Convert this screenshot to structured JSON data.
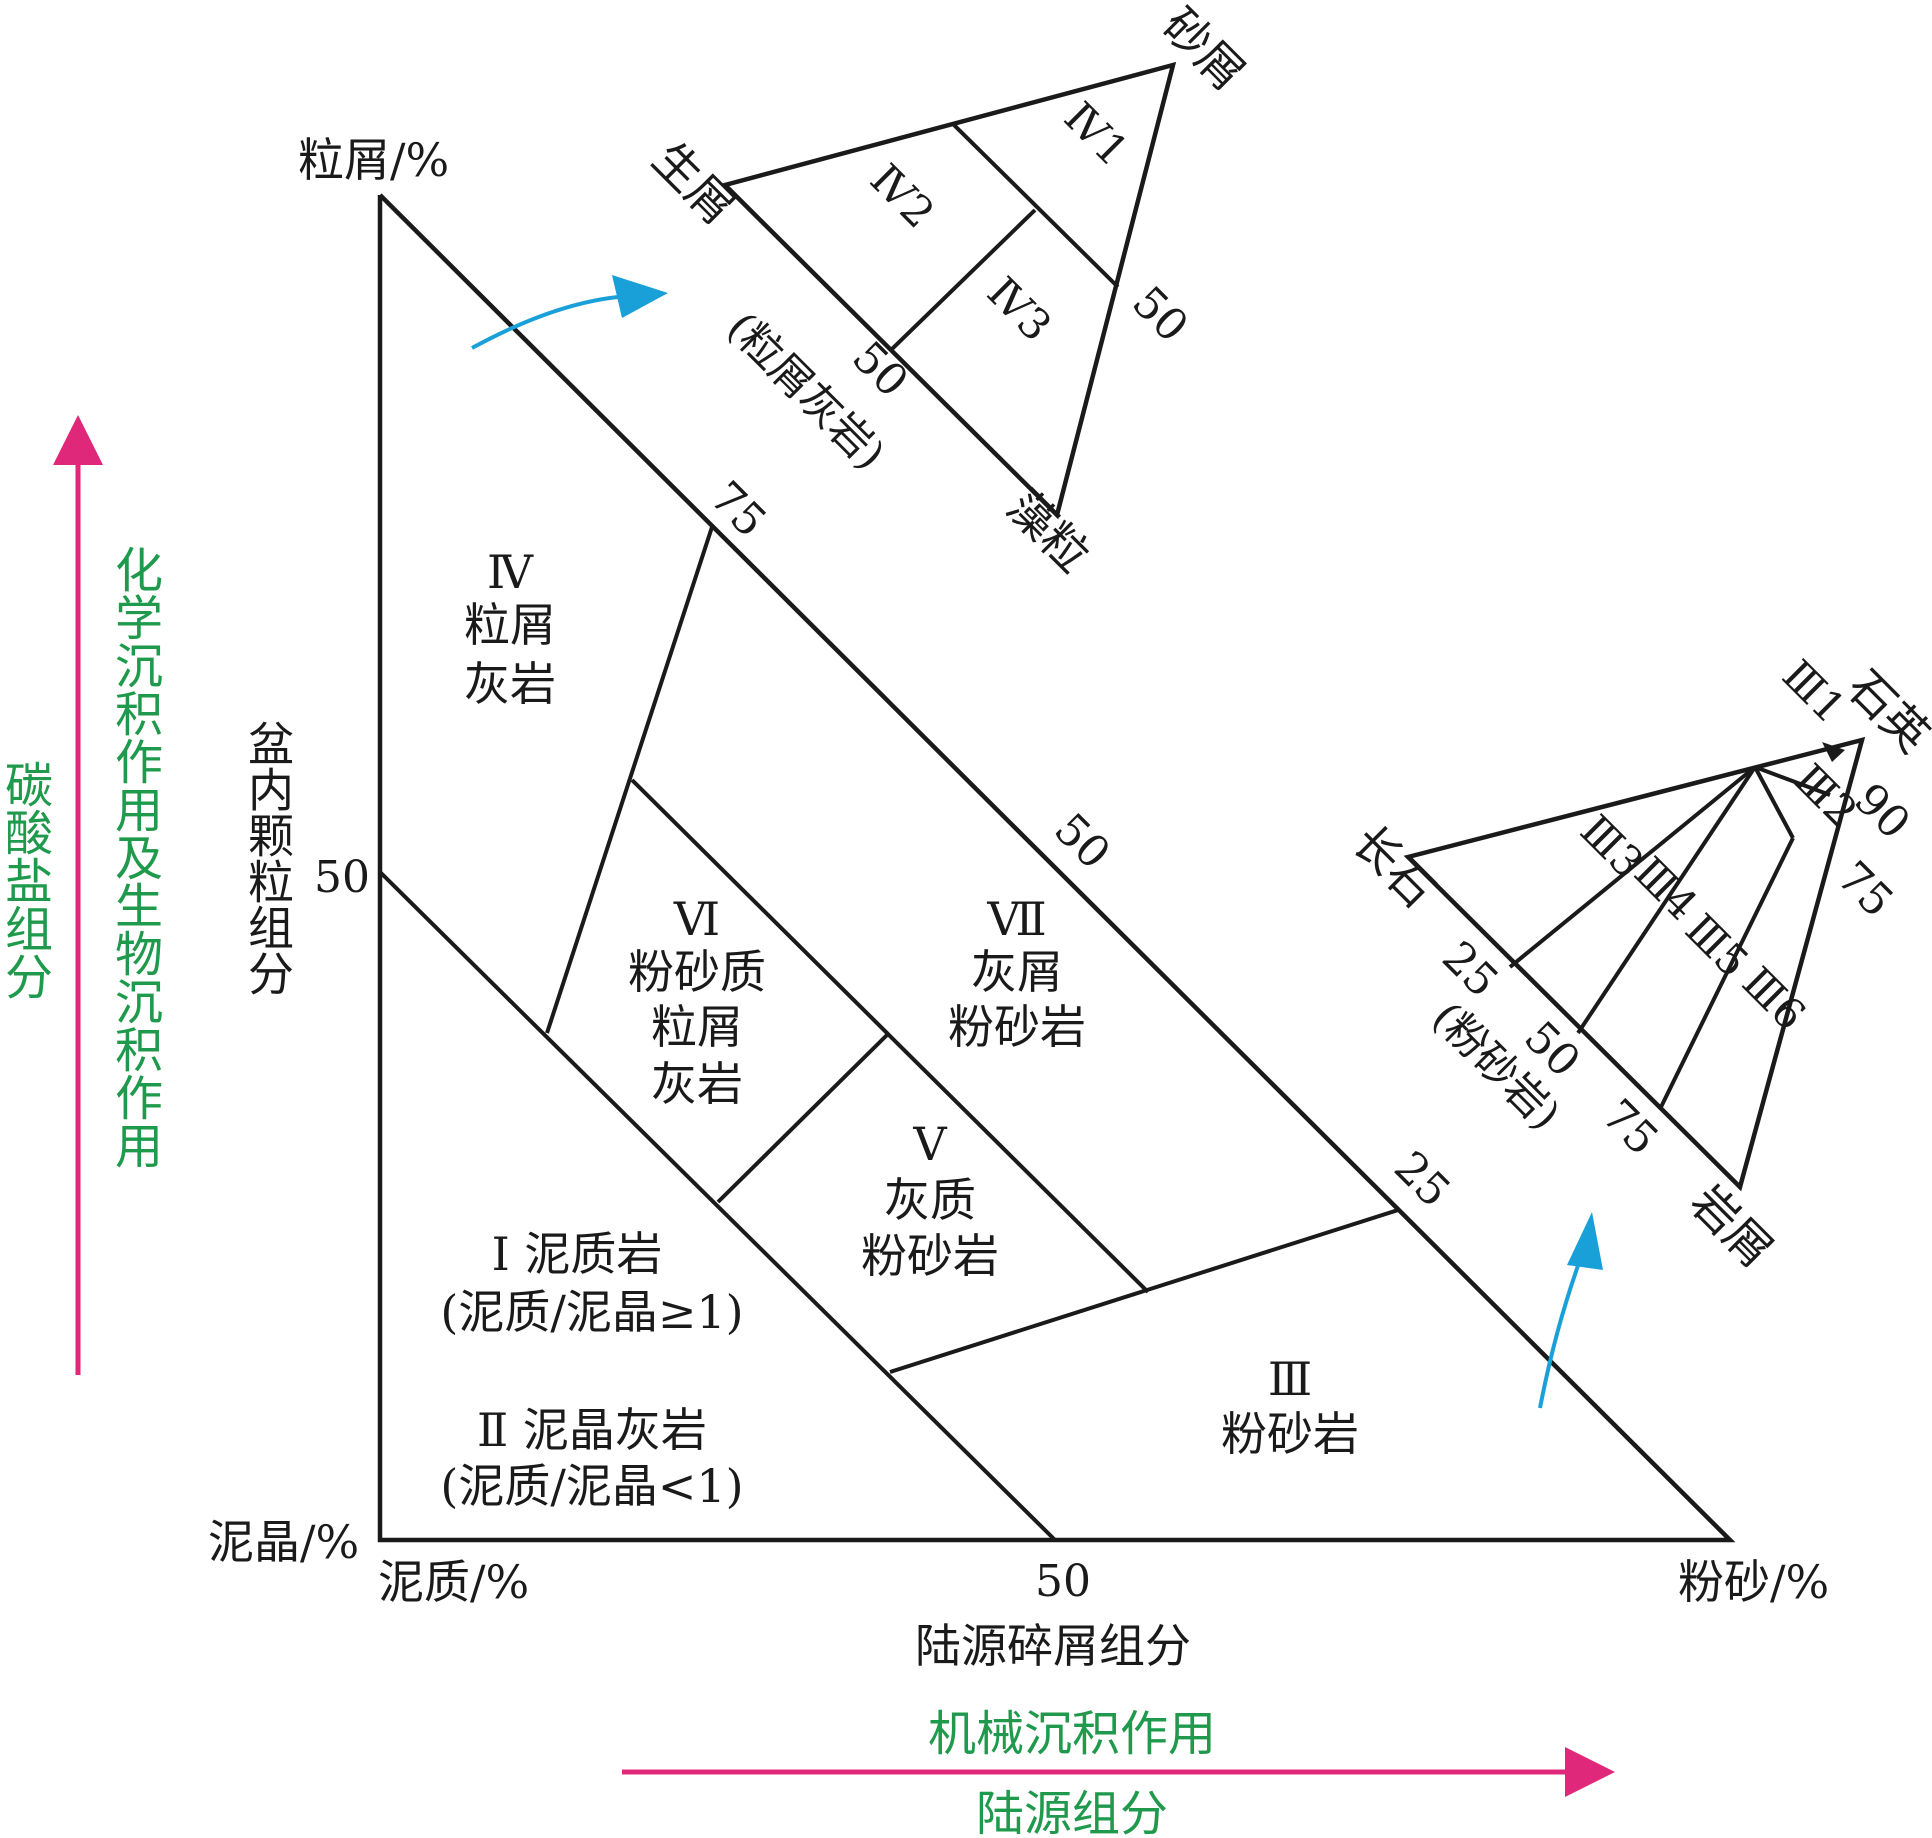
{
  "colors": {
    "line": "#1a1a1a",
    "accent_magenta": "#e0287a",
    "accent_blue": "#1aa0d8",
    "green_text": "#1f9a4c"
  },
  "main": {
    "corners": {
      "top": "粒屑/%",
      "bottom_left": "泥晶/%",
      "origin": "泥质/%",
      "right": "粉砂/%"
    },
    "x_axis_label": "陆源碎屑组分",
    "y_axis_label": "盆内颗粒组分",
    "ticks": {
      "x_50": "50",
      "y_50": "50",
      "diag_75": "75",
      "diag_50": "50",
      "diag_25": "25"
    },
    "regions": {
      "IV": [
        "Ⅳ",
        "粒屑",
        "灰岩"
      ],
      "VI": [
        "Ⅵ",
        "粉砂质",
        "粒屑",
        "灰岩"
      ],
      "VII": [
        "Ⅶ",
        "灰屑",
        "粉砂岩"
      ],
      "V": [
        "Ⅴ",
        "灰质",
        "粉砂岩"
      ],
      "I": [
        "Ⅰ 泥质岩",
        "(泥质/泥晶≥1)"
      ],
      "II": [
        "Ⅱ 泥晶灰岩",
        "(泥质/泥晶<1)"
      ],
      "III": [
        "Ⅲ",
        "粉砂岩"
      ]
    }
  },
  "sub_grain": {
    "vertices": {
      "top": "砂屑",
      "left": "生屑",
      "bottom": "藻粒"
    },
    "zones": [
      "Ⅳ1",
      "Ⅳ2",
      "Ⅳ3"
    ],
    "tick_right": "50",
    "tick_left": "50",
    "caption": "(粒屑灰岩)"
  },
  "sub_silt": {
    "vertices": {
      "top": "石英",
      "left": "长石",
      "bottom": "岩屑"
    },
    "zones": [
      "Ⅲ1",
      "Ⅲ2",
      "Ⅲ3",
      "Ⅲ4",
      "Ⅲ5",
      "Ⅲ6"
    ],
    "ticks_right": [
      "90",
      "75"
    ],
    "ticks_left": [
      "25",
      "50",
      "75"
    ],
    "caption": "(粉砂岩)"
  },
  "arrows": {
    "vertical_green": [
      "化学沉积作用及生物沉积作用",
      "碳酸盐组分"
    ],
    "horizontal_top": "机械沉积作用",
    "horizontal_bottom": "陆源组分"
  }
}
